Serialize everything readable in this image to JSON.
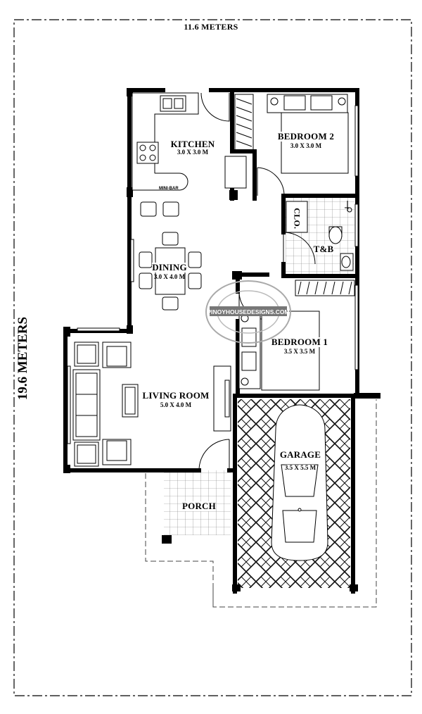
{
  "plan": {
    "width_label": "11.6 METERS",
    "height_label": "19.6 METERS",
    "rooms": {
      "kitchen": {
        "name": "KITCHEN",
        "size": "3.0 X 3.0 M"
      },
      "bedroom2": {
        "name": "BEDROOM 2",
        "size": "3.0 X 3.0 M"
      },
      "dining": {
        "name": "DINING",
        "size": "3.0 X 4.0 M"
      },
      "bedroom1": {
        "name": "BEDROOM 1",
        "size": "3.5 X 3.5 M"
      },
      "living": {
        "name": "LIVING ROOM",
        "size": "5.0 X 4.0 M"
      },
      "garage": {
        "name": "GARAGE",
        "size": "3.5 X 5.5 M"
      },
      "porch": {
        "name": "PORCH"
      },
      "tb": {
        "name": "T&B"
      },
      "clo": {
        "name": "CLO."
      }
    },
    "minibar_label": "MINI-BAR",
    "watermark": "PINOYHOUSEDESIGNS.COM"
  }
}
